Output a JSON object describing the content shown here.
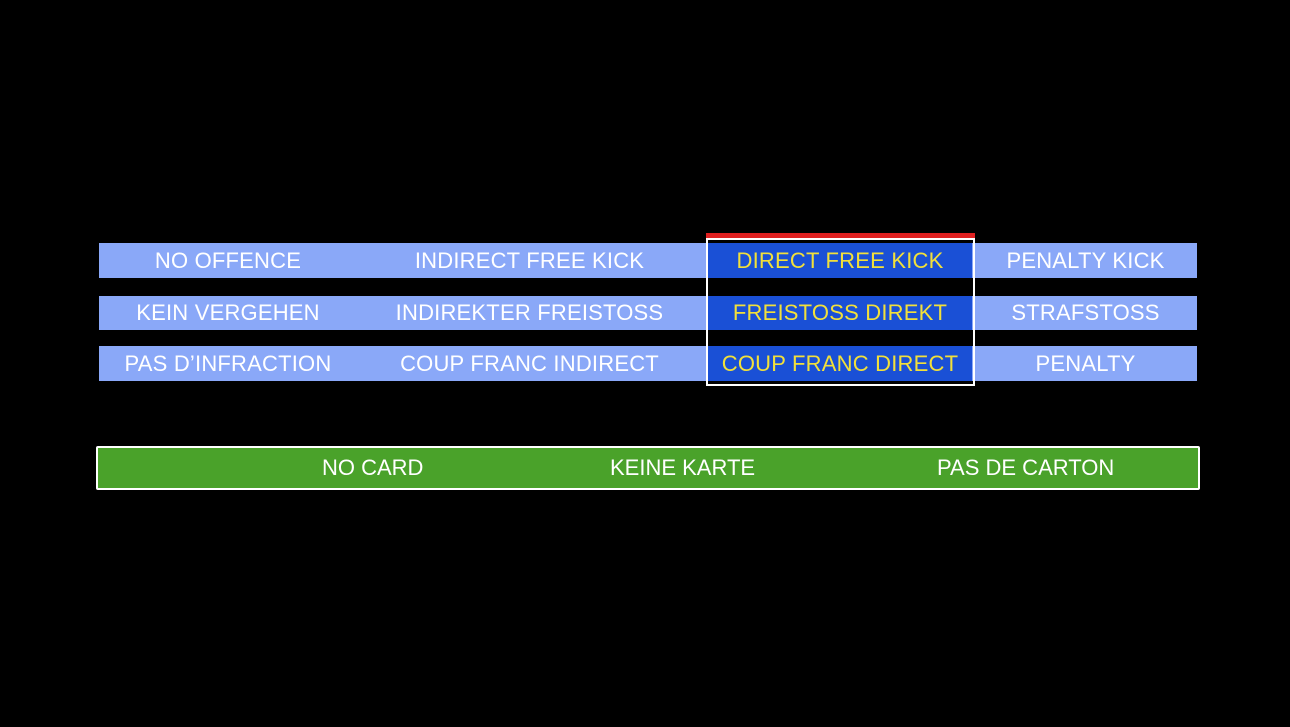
{
  "colors": {
    "background": "#000000",
    "option_bg": "#8aa8f8",
    "selected_bg": "#1a50d6",
    "selected_text": "#f2e03a",
    "selection_marker": "#e02020",
    "card_bg": "#4aa22a"
  },
  "decisions": {
    "selected_index": 2,
    "options": [
      {
        "en": "NO OFFENCE",
        "de": "KEIN VERGEHEN",
        "fr": "PAS D’INFRACTION"
      },
      {
        "en": "INDIRECT FREE KICK",
        "de": "INDIREKTER FREISTOSS",
        "fr": "COUP FRANC INDIRECT"
      },
      {
        "en": "DIRECT FREE KICK",
        "de": "FREISTOSS DIREKT",
        "fr": "COUP FRANC DIRECT"
      },
      {
        "en": "PENALTY KICK",
        "de": "STRAFSTOSS",
        "fr": "PENALTY"
      }
    ]
  },
  "card": {
    "en": "NO CARD",
    "de": "KEINE KARTE",
    "fr": "PAS DE CARTON"
  }
}
